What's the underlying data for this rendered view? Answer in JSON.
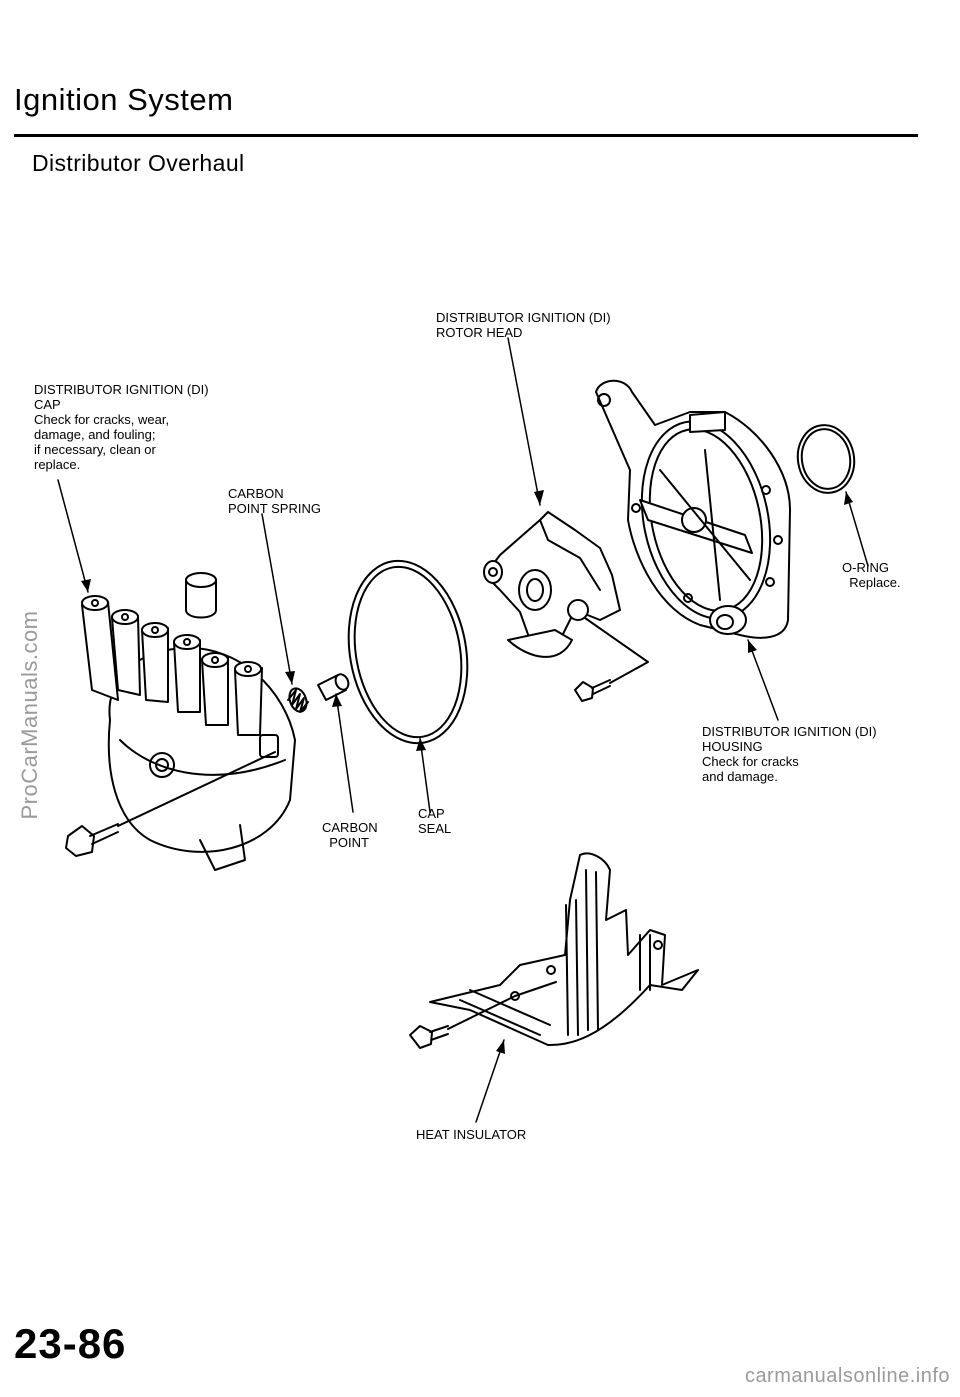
{
  "header": {
    "title": "Ignition System",
    "subtitle": "Distributor Overhaul"
  },
  "labels": {
    "rotor_head": "DISTRIBUTOR IGNITION (DI)\nROTOR HEAD",
    "cap": "DISTRIBUTOR IGNITION (DI)\nCAP\nCheck for cracks, wear,\ndamage, and fouling;\nif necessary, clean or\nreplace.",
    "carbon_point_spring": "CARBON\nPOINT SPRING",
    "o_ring": "O-RING\n  Replace.",
    "housing": "DISTRIBUTOR IGNITION (DI)\nHOUSING\nCheck for cracks\nand damage.",
    "carbon_point": "CARBON\n  POINT",
    "cap_seal": "CAP\nSEAL",
    "heat_insulator": "HEAT INSULATOR"
  },
  "footer": {
    "page_number": "23-86"
  },
  "watermarks": {
    "side": "ProCarManuals.com",
    "bottom": "carmanualsonline.info"
  }
}
